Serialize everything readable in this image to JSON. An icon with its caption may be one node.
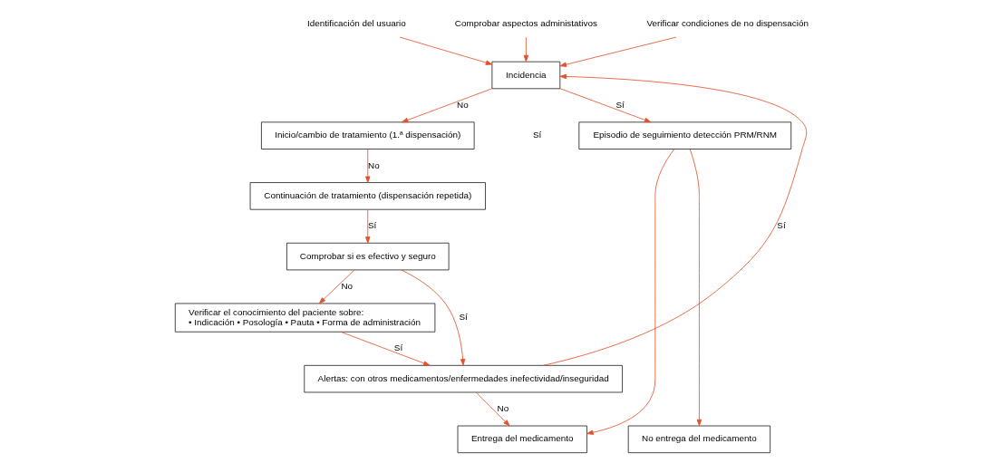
{
  "diagram": {
    "nodes": [
      {
        "text": [
          "Identificación del usuario"
        ]
      },
      {
        "text": [
          "Comprobar aspectos administativos"
        ]
      },
      {
        "text": [
          "Verificar condiciones de no dispensación"
        ]
      },
      {
        "text": [
          "Incidencia"
        ]
      },
      {
        "text": [
          "Inicio/cambio de tratamiento (1.ª dispensación)"
        ]
      },
      {
        "text": [
          "Continuación de tratamiento (dispensación repetida)"
        ]
      },
      {
        "text": [
          "Comprobar si es efectivo y seguro"
        ]
      },
      {
        "text": [
          "Verificar el conocimiento del paciente sobre:",
          "• Indicación • Posología • Pauta • Forma de administración"
        ]
      },
      {
        "text": [
          "Alertas: con otros medicamentos/enfermedades inefectividad/inseguridad"
        ]
      },
      {
        "text": [
          "Episodio de seguimiento detección PRM/RNM"
        ]
      },
      {
        "text": [
          "Entrega del medicamento"
        ]
      },
      {
        "text": [
          "No entrega del medicamento"
        ]
      }
    ],
    "edges": [
      {
        "from": 0,
        "to": 3,
        "arrow": "to"
      },
      {
        "from": 1,
        "to": 3,
        "arrow": "to"
      },
      {
        "from": 2,
        "to": 3,
        "arrow": "to"
      },
      {
        "from": 3,
        "to": 4,
        "arrow": "to",
        "label": "No"
      },
      {
        "from": 3,
        "to": 9,
        "arrow": "to",
        "label": "Sí"
      },
      {
        "from": 4,
        "to": 5,
        "arrow": "to",
        "label": "No"
      },
      {
        "from": 5,
        "to": 6,
        "arrow": "to",
        "label": "Sí"
      },
      {
        "from": 6,
        "to": 7,
        "arrow": "to",
        "label": "No"
      },
      {
        "from": 6,
        "to": 8,
        "arrow": "to",
        "label": "Sí"
      },
      {
        "from": 7,
        "to": 8,
        "arrow": "to",
        "label": "Sí"
      },
      {
        "from": 8,
        "to": 3,
        "arrow": "to",
        "label": "Sí"
      },
      {
        "from": 8,
        "to": 10,
        "arrow": "to",
        "label": "No"
      },
      {
        "from": 9,
        "to": 10,
        "arrow": "to"
      },
      {
        "from": 9,
        "to": 11,
        "arrow": "to"
      }
    ],
    "labels": [
      "Sí"
    ]
  }
}
